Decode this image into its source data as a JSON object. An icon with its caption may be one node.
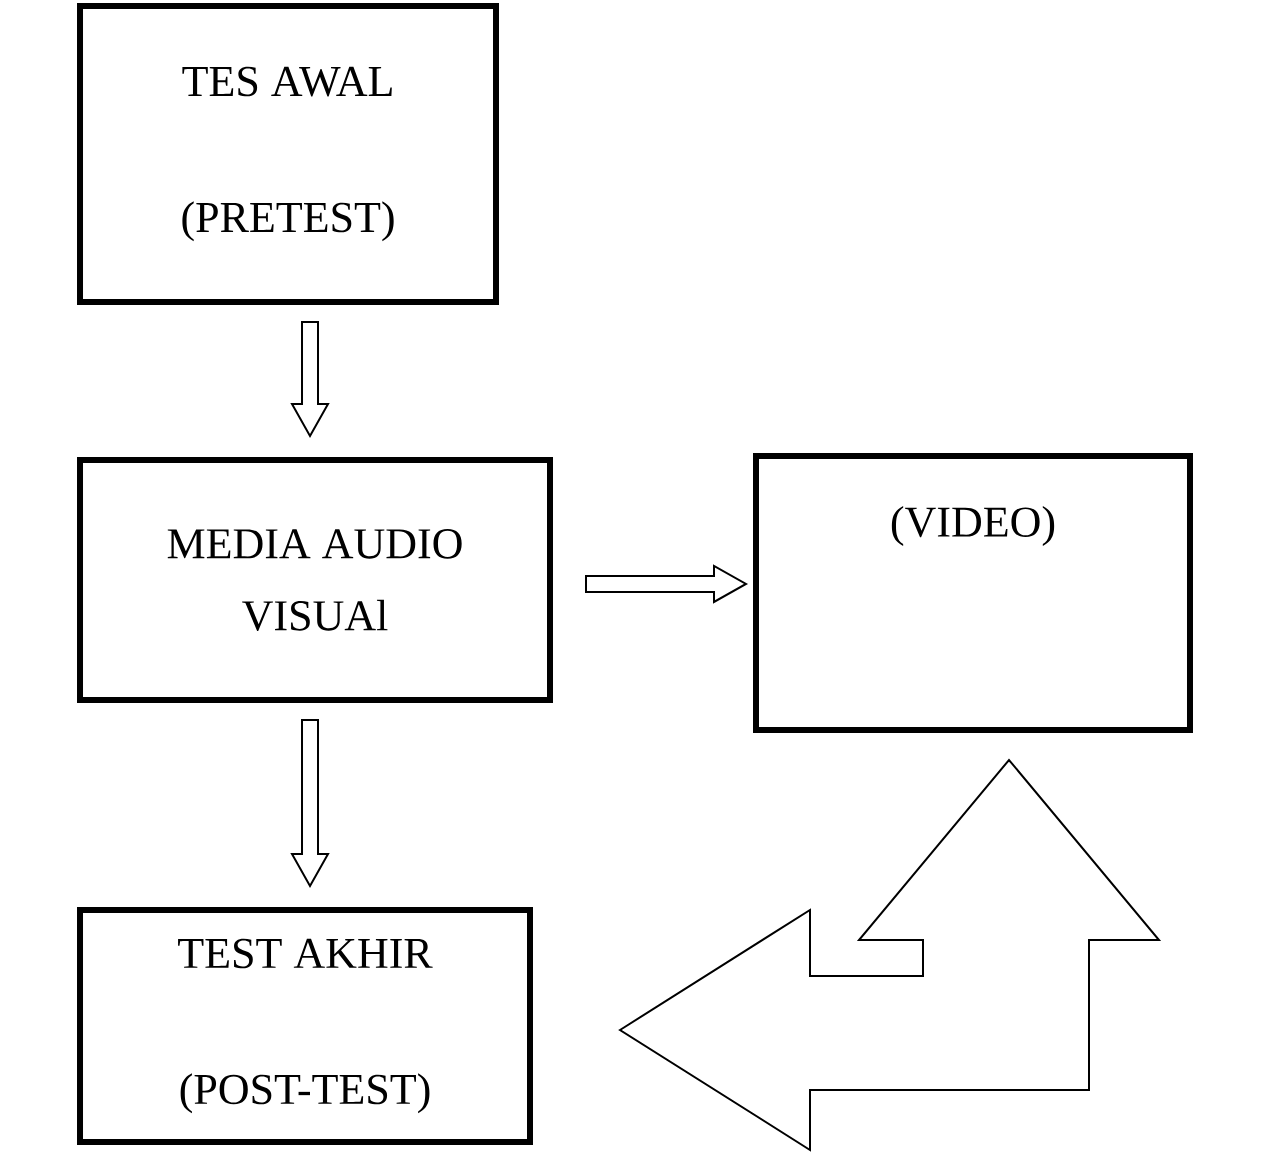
{
  "diagram": {
    "nodes": [
      {
        "text": [
          "TES AWAL (PRETEST)"
        ]
      },
      {
        "text": [
          "MEDIA AUDIO VISUAl"
        ]
      },
      {
        "text": [
          "(VIDEO)"
        ]
      },
      {
        "text": [
          "TEST AKHIR (POST-TEST)"
        ]
      }
    ],
    "edges": [
      {
        "from": 0,
        "to": 1,
        "arrow": "to"
      },
      {
        "from": 1,
        "to": 2,
        "arrow": "to"
      },
      {
        "from": 1,
        "to": 3,
        "arrow": "to"
      },
      {
        "from": 3,
        "to": 2,
        "arrow": "both"
      }
    ]
  }
}
